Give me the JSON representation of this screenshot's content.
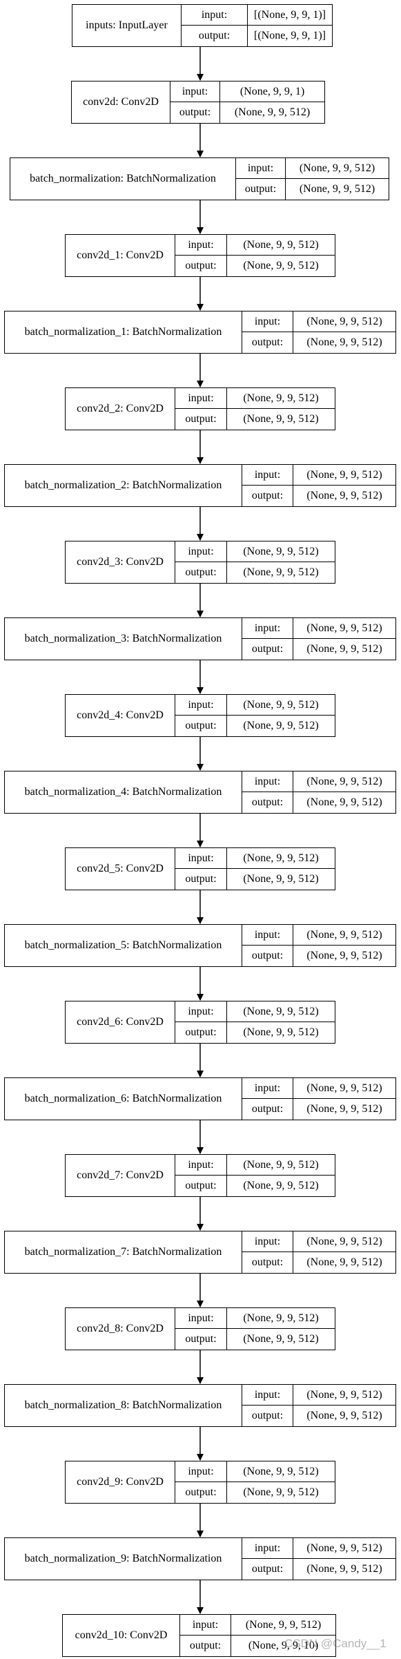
{
  "labels": {
    "input": "input:",
    "output": "output:"
  },
  "layers": [
    {
      "name": "inputs: InputLayer",
      "input": "[(None, 9, 9, 1)]",
      "output": "[(None, 9, 9, 1)]"
    },
    {
      "name": "conv2d: Conv2D",
      "input": "(None, 9, 9, 1)",
      "output": "(None, 9, 9, 512)"
    },
    {
      "name": "batch_normalization: BatchNormalization",
      "input": "(None, 9, 9, 512)",
      "output": "(None, 9, 9, 512)"
    },
    {
      "name": "conv2d_1: Conv2D",
      "input": "(None, 9, 9, 512)",
      "output": "(None, 9, 9, 512)"
    },
    {
      "name": "batch_normalization_1: BatchNormalization",
      "input": "(None, 9, 9, 512)",
      "output": "(None, 9, 9, 512)"
    },
    {
      "name": "conv2d_2: Conv2D",
      "input": "(None, 9, 9, 512)",
      "output": "(None, 9, 9, 512)"
    },
    {
      "name": "batch_normalization_2: BatchNormalization",
      "input": "(None, 9, 9, 512)",
      "output": "(None, 9, 9, 512)"
    },
    {
      "name": "conv2d_3: Conv2D",
      "input": "(None, 9, 9, 512)",
      "output": "(None, 9, 9, 512)"
    },
    {
      "name": "batch_normalization_3: BatchNormalization",
      "input": "(None, 9, 9, 512)",
      "output": "(None, 9, 9, 512)"
    },
    {
      "name": "conv2d_4: Conv2D",
      "input": "(None, 9, 9, 512)",
      "output": "(None, 9, 9, 512)"
    },
    {
      "name": "batch_normalization_4: BatchNormalization",
      "input": "(None, 9, 9, 512)",
      "output": "(None, 9, 9, 512)"
    },
    {
      "name": "conv2d_5: Conv2D",
      "input": "(None, 9, 9, 512)",
      "output": "(None, 9, 9, 512)"
    },
    {
      "name": "batch_normalization_5: BatchNormalization",
      "input": "(None, 9, 9, 512)",
      "output": "(None, 9, 9, 512)"
    },
    {
      "name": "conv2d_6: Conv2D",
      "input": "(None, 9, 9, 512)",
      "output": "(None, 9, 9, 512)"
    },
    {
      "name": "batch_normalization_6: BatchNormalization",
      "input": "(None, 9, 9, 512)",
      "output": "(None, 9, 9, 512)"
    },
    {
      "name": "conv2d_7: Conv2D",
      "input": "(None, 9, 9, 512)",
      "output": "(None, 9, 9, 512)"
    },
    {
      "name": "batch_normalization_7: BatchNormalization",
      "input": "(None, 9, 9, 512)",
      "output": "(None, 9, 9, 512)"
    },
    {
      "name": "conv2d_8: Conv2D",
      "input": "(None, 9, 9, 512)",
      "output": "(None, 9, 9, 512)"
    },
    {
      "name": "batch_normalization_8: BatchNormalization",
      "input": "(None, 9, 9, 512)",
      "output": "(None, 9, 9, 512)"
    },
    {
      "name": "conv2d_9: Conv2D",
      "input": "(None, 9, 9, 512)",
      "output": "(None, 9, 9, 512)"
    },
    {
      "name": "batch_normalization_9: BatchNormalization",
      "input": "(None, 9, 9, 512)",
      "output": "(None, 9, 9, 512)"
    },
    {
      "name": "conv2d_10: Conv2D",
      "input": "(None, 9, 9, 512)",
      "output": "(None, 9, 9, 10)"
    }
  ],
  "watermark": "CSDN @Candy__1"
}
